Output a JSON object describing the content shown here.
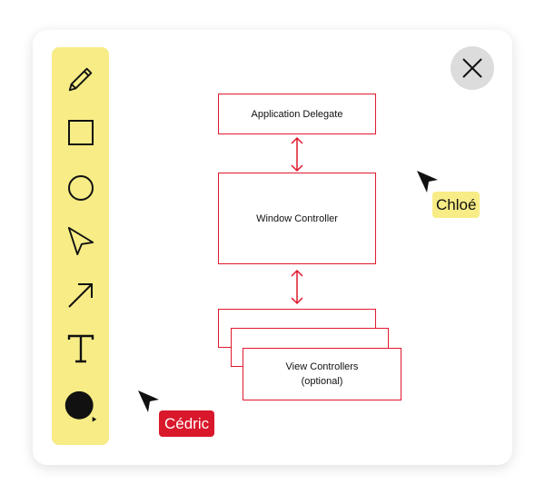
{
  "toolbar": {
    "tools": [
      "pencil",
      "rectangle",
      "ellipse",
      "select",
      "arrow",
      "text",
      "color"
    ],
    "selected_color": "#111111",
    "bg": "#f7ec86"
  },
  "diagram": {
    "app_delegate": "Application Delegate",
    "window_controller": "Window Controller",
    "view_controllers": "View Controllers",
    "view_controllers_note": "(optional)",
    "stroke_color": "#e0192e"
  },
  "collaborators": [
    {
      "name": "Chloé",
      "color": "#f7ec86"
    },
    {
      "name": "Cédric",
      "color": "#d9182b"
    }
  ]
}
